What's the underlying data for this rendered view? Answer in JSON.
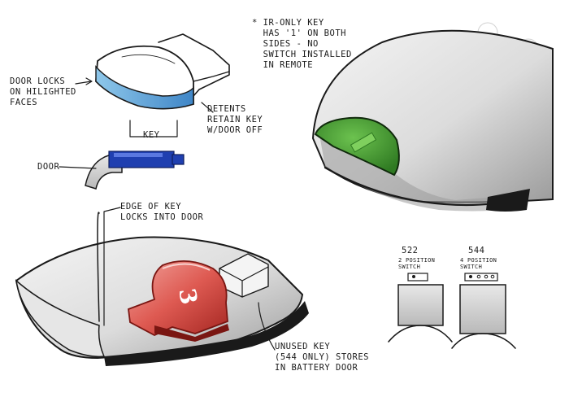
{
  "annotations": {
    "door_locks": "DOOR LOCKS\nON HILIGHTED\nFACES",
    "detents": "DETENTS\nRETAIN KEY\nW/DOOR OFF",
    "key": "KEY",
    "door": "DOOR",
    "ir_note": "* IR-ONLY KEY\n  HAS '1' ON BOTH\n  SIDES - NO\n  SWITCH INSTALLED\n  IN REMOTE",
    "edge_of_key": "EDGE OF KEY\nLOCKS INTO DOOR",
    "unused_key": "UNUSED KEY\n(544 ONLY) STORES\nIN BATTERY DOOR"
  },
  "switch_522": {
    "model": "522",
    "caption": "2 POSITION\nSWITCH"
  },
  "switch_544": {
    "model": "544",
    "caption": "4 POSITION\nSWITCH"
  },
  "key_numeral": "3",
  "colors": {
    "key_blue_top": "#5aa9d6",
    "key_blue_side": "#1f3fb0",
    "ir_window_green": "#3f9a2f",
    "key_red": "#d9534f",
    "key_red_dark": "#b02a24",
    "marker_gray": "#c8c8c8"
  }
}
